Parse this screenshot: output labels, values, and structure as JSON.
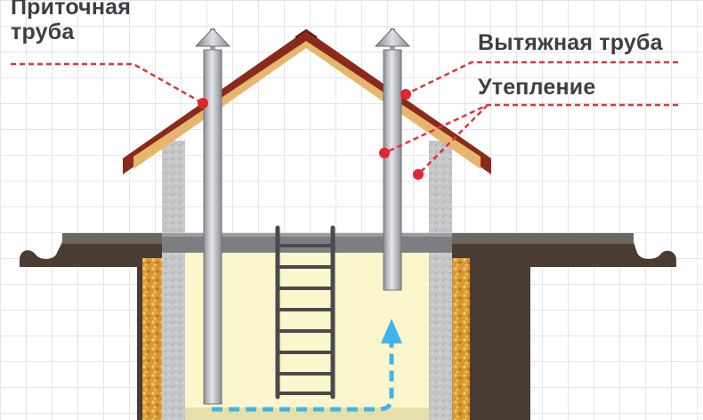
{
  "labels": {
    "supply_pipe_line1": "Приточная",
    "supply_pipe_line2": "труба",
    "exhaust_pipe": "Вытяжная труба",
    "insulation": "Утепление"
  },
  "colors": {
    "leader_line": "#e2333a",
    "leader_dot": "#e3262e",
    "airflow_arrow": "#3fb4ea",
    "roof_outer": "#8a2a1a",
    "roof_inner": "#e6b66d",
    "ground": "#4a3b33",
    "cellar_fill": "#fbf6cc",
    "concrete": "#c9cacc",
    "insulation": "#d89a32",
    "pipe": "#b0b3b8",
    "label_text": "#3e3e44"
  },
  "icons": {
    "supply_pipe_cap": "pipe-cap-icon",
    "exhaust_pipe_cap": "pipe-cap-icon",
    "ladder": "ladder-icon",
    "airflow": "arrow-up-dashed-icon"
  }
}
